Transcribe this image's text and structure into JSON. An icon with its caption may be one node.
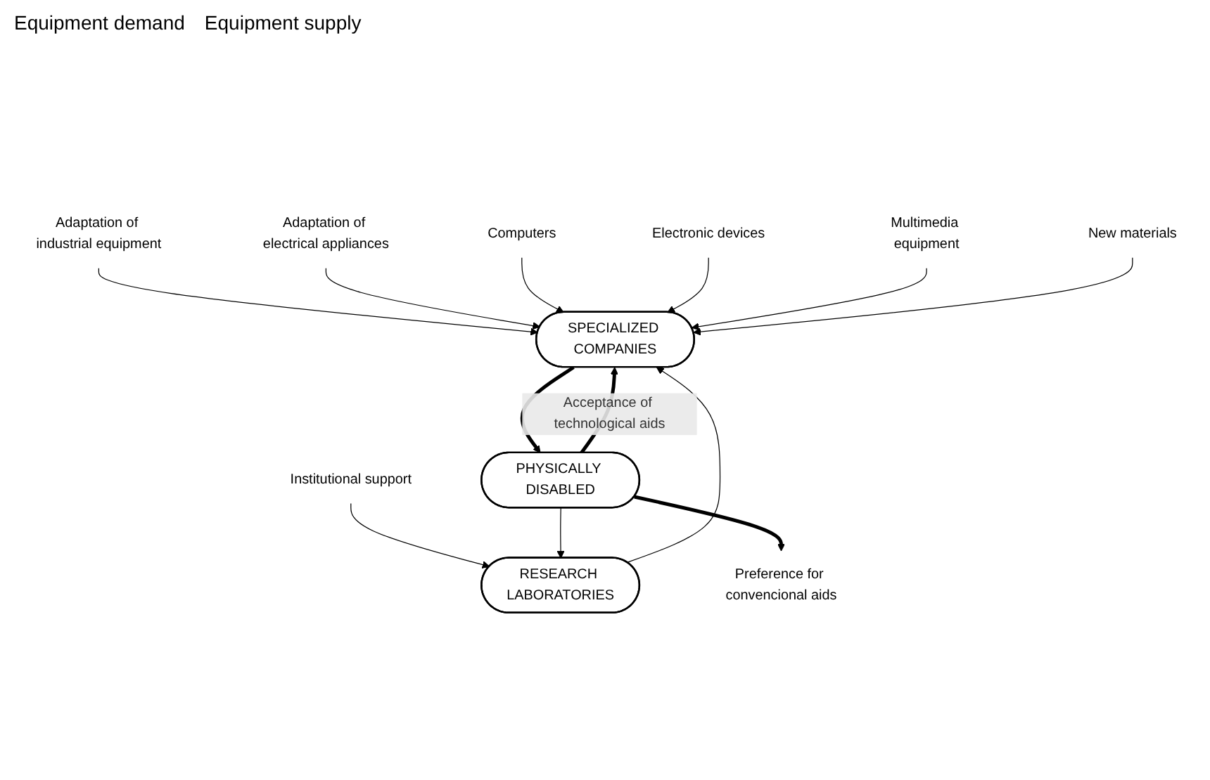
{
  "diagram": {
    "nodes": [
      {
        "text": [
          "Adaptation of industrial equipment"
        ]
      },
      {
        "text": [
          "Adaptation of electrical appliances"
        ]
      },
      {
        "text": [
          "Computers"
        ]
      },
      {
        "text": [
          "Electronic devices"
        ]
      },
      {
        "text": [
          "Multimedia equipment"
        ]
      },
      {
        "text": [
          "New materials"
        ]
      },
      {
        "text": [
          "Institutional support"
        ]
      },
      {
        "text": [
          "SPECIALIZED COMPANIES"
        ]
      },
      {
        "text": [
          "RESEARCH LABORATORIES"
        ]
      },
      {
        "text": [
          "PHYSICALLY DISABLED"
        ]
      },
      {
        "text": [
          "Preference for convencional aids"
        ]
      }
    ],
    "edges": [
      {
        "from": 0,
        "to": 7,
        "arrow": "to"
      },
      {
        "from": 1,
        "to": 7,
        "arrow": "to"
      },
      {
        "from": 2,
        "to": 7,
        "arrow": "to"
      },
      {
        "from": 3,
        "to": 7,
        "arrow": "to"
      },
      {
        "from": 4,
        "to": 7,
        "arrow": "to"
      },
      {
        "from": 5,
        "to": 7,
        "arrow": "to"
      },
      {
        "from": 6,
        "to": 8,
        "arrow": "to"
      },
      {
        "from": 8,
        "to": 7,
        "arrow": "to"
      },
      {
        "from": 7,
        "to": 9,
        "arrow": "to",
        "style": "thick"
      },
      {
        "from": 9,
        "to": 8,
        "arrow": "to"
      },
      {
        "from": 9,
        "to": 7,
        "arrow": "to",
        "style": "thick",
        "label": "Acceptance of technological aids"
      },
      {
        "from": 9,
        "to": 10,
        "arrow": "to",
        "style": "thick"
      }
    ],
    "labels": [
      "Equipment demand",
      "Equipment supply"
    ]
  }
}
